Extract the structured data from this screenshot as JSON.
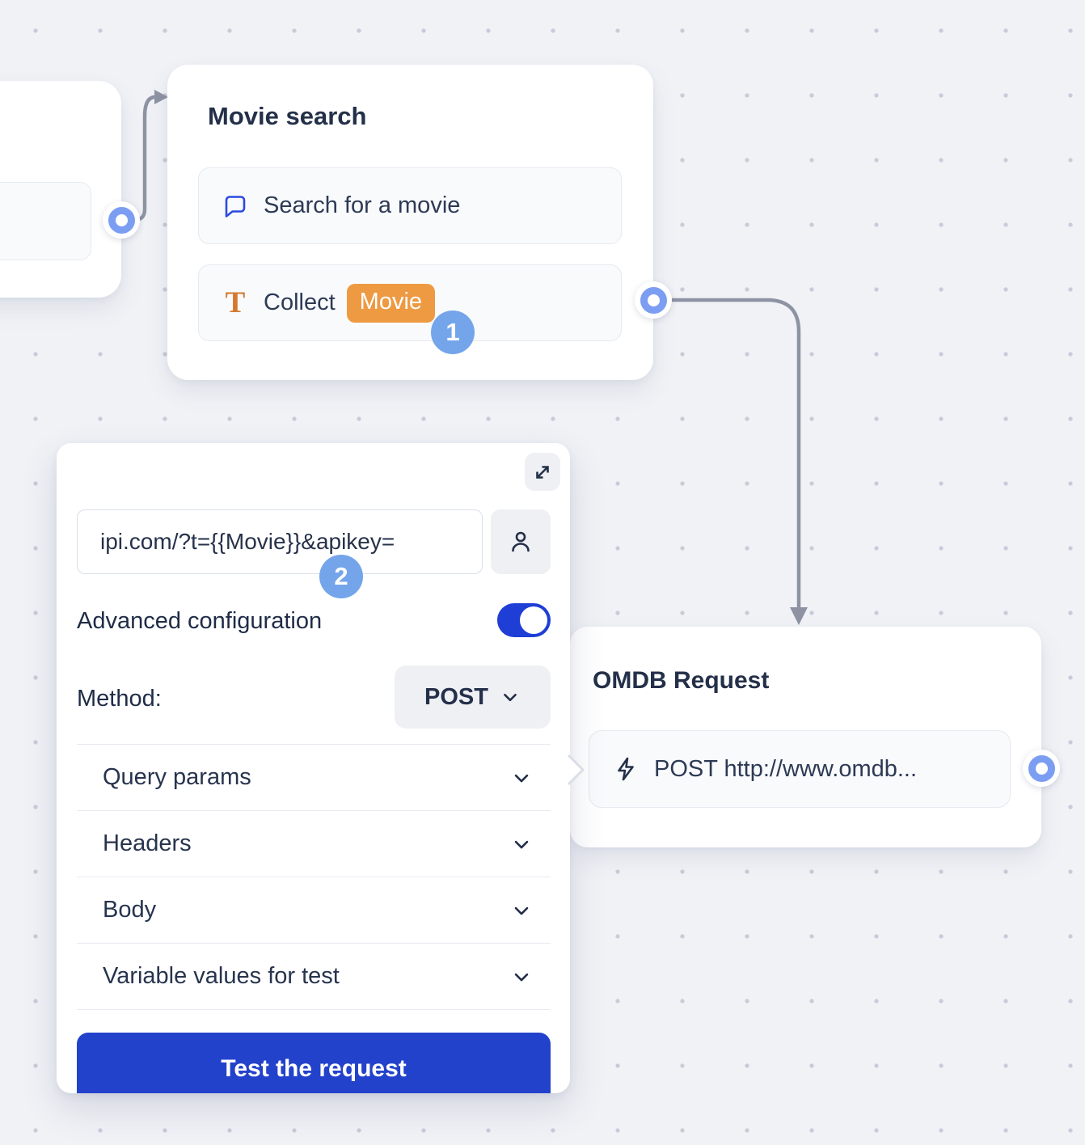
{
  "colors": {
    "accent_blue": "#2342cb",
    "toggle_blue": "#1e3ed6",
    "badge_blue": "#74a5ea",
    "chip_orange": "#ed9a42",
    "connector_gray": "#8e93a4",
    "port_ring_blue": "#7c9ef2",
    "text_dark": "#243049"
  },
  "flow": {
    "movie_search_node": {
      "title": "Movie search",
      "message_item": {
        "icon": "chat-bubble-icon",
        "label": "Search for a movie"
      },
      "collect_item": {
        "icon": "text-icon",
        "label": "Collect",
        "variable_chip": "Movie"
      },
      "step_badge": "1"
    },
    "omdb_node": {
      "title": "OMDB Request",
      "request_item": {
        "icon": "lightning-icon",
        "label": "POST http://www.omdb..."
      }
    }
  },
  "config_panel": {
    "url_input_value": "ipi.com/?t={{Movie}}&apikey=",
    "step_badge": "2",
    "advanced_label": "Advanced configuration",
    "advanced_enabled": true,
    "method_label": "Method:",
    "method_value": "POST",
    "sections": [
      {
        "label": "Query params"
      },
      {
        "label": "Headers"
      },
      {
        "label": "Body"
      },
      {
        "label": "Variable values for test"
      }
    ],
    "test_button_label": "Test the request"
  }
}
